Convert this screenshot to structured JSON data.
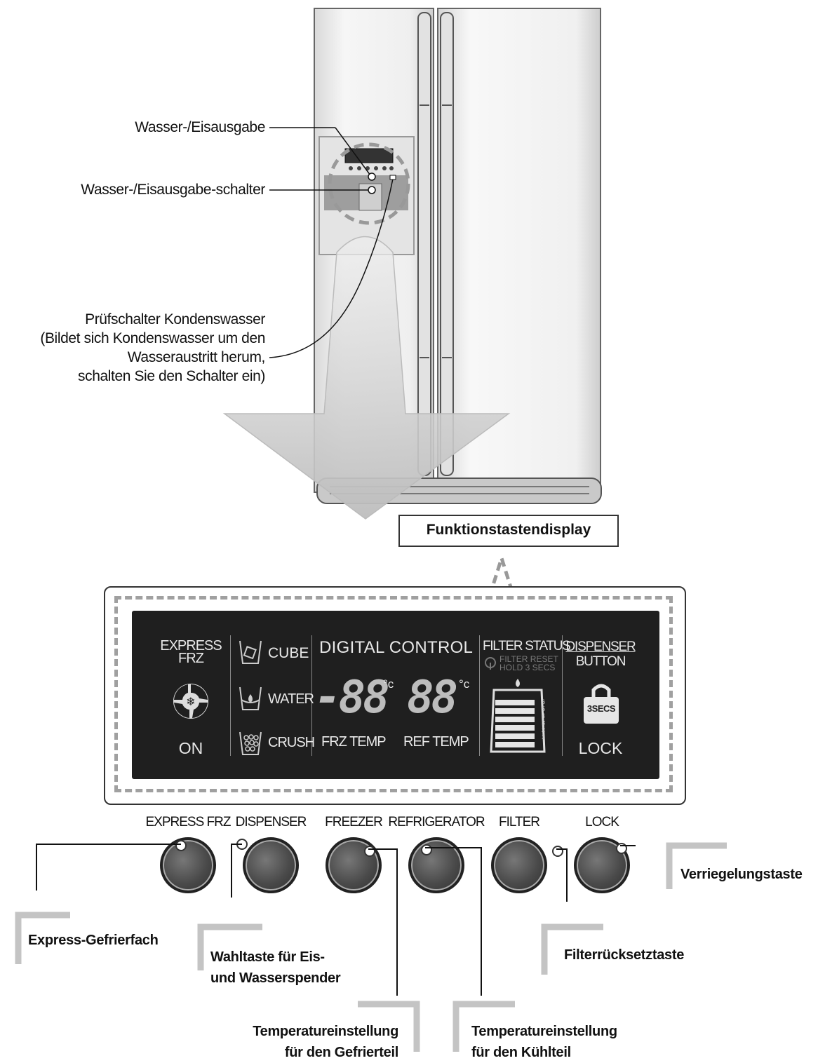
{
  "callouts": {
    "water_ice_dispenser": "Wasser-/Eisausgabe",
    "dispenser_switch": "Wasser-/Eisausgabe-schalter",
    "condensation_lines": [
      "Prüfschalter Kondenswasser",
      "(Bildet sich Kondenswasser um den",
      "Wasseraustritt herum,",
      "schalten Sie den Schalter ein)"
    ]
  },
  "display_title": "Funktionstastendisplay",
  "panel": {
    "express": {
      "line1": "EXPRESS",
      "line2": "FRZ",
      "state": "ON"
    },
    "dispenser_modes": [
      "CUBE",
      "WATER",
      "CRUSH"
    ],
    "digital_control": "DIGITAL CONTROL",
    "frz_digits": "-88",
    "ref_digits": "88",
    "degree_unit": "°c",
    "frz_temp": "FRZ TEMP",
    "ref_temp": "REF TEMP",
    "filter_status": "FILTER STATUS",
    "filter_reset_line1": "FILTER RESET",
    "filter_reset_line2": "HOLD 3 SECS",
    "filter_levels": [
      "6",
      "5",
      "4",
      "3",
      "2",
      "1"
    ],
    "dispenser_button_line1": "DISPENSER",
    "dispenser_button_line2": "BUTTON",
    "lock_secs": "3SECS",
    "lock": "LOCK"
  },
  "buttons": [
    {
      "label": "EXPRESS FRZ"
    },
    {
      "label": "DISPENSER"
    },
    {
      "label": "FREEZER"
    },
    {
      "label": "REFRIGERATOR"
    },
    {
      "label": "FILTER"
    },
    {
      "label": "LOCK"
    }
  ],
  "button_callouts": {
    "express": "Express-Gefrierfach",
    "ice_water_line1": "Wahltaste für Eis-",
    "ice_water_line2": "und Wasserspender",
    "freezer_line1": "Temperatureinstellung",
    "freezer_line2": "für den Gefrierteil",
    "fridge_line1": "Temperatureinstellung",
    "fridge_line2": "für den Kühlteil",
    "filter_reset": "Filterrücksetztaste",
    "lock": "Verriegelungstaste"
  }
}
